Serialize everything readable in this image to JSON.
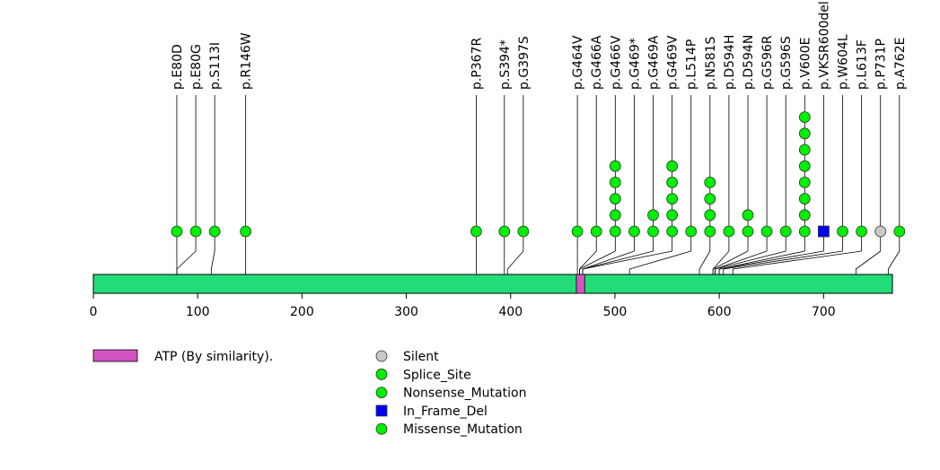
{
  "chart_data": {
    "type": "lollipop",
    "title": "",
    "xlabel": "",
    "ylabel": "",
    "xlim": [
      0,
      766
    ],
    "protein_length": 766,
    "x_ticks": [
      0,
      100,
      200,
      300,
      400,
      500,
      600,
      700
    ],
    "domains": [
      {
        "name": "ATP (By similarity).",
        "start": 463,
        "end": 471,
        "color": "#d354c0"
      }
    ],
    "backbone_color": "#22dd77",
    "mutations": [
      {
        "label": "p.E80D",
        "position": 80,
        "count": 1,
        "type": "Missense_Mutation"
      },
      {
        "label": "p.E80G",
        "position": 80,
        "count": 1,
        "type": "Missense_Mutation"
      },
      {
        "label": "p.S113I",
        "position": 113,
        "count": 1,
        "type": "Missense_Mutation"
      },
      {
        "label": "p.R146W",
        "position": 146,
        "count": 1,
        "type": "Missense_Mutation"
      },
      {
        "label": "p.P367R",
        "position": 367,
        "count": 1,
        "type": "Missense_Mutation"
      },
      {
        "label": "p.S394*",
        "position": 394,
        "count": 1,
        "type": "Nonsense_Mutation"
      },
      {
        "label": "p.G397S",
        "position": 397,
        "count": 1,
        "type": "Missense_Mutation"
      },
      {
        "label": "p.G464V",
        "position": 464,
        "count": 1,
        "type": "Missense_Mutation"
      },
      {
        "label": "p.G466A",
        "position": 466,
        "count": 1,
        "type": "Missense_Mutation"
      },
      {
        "label": "p.G466V",
        "position": 466,
        "count": 5,
        "type": "Missense_Mutation"
      },
      {
        "label": "p.G469*",
        "position": 469,
        "count": 1,
        "type": "Nonsense_Mutation"
      },
      {
        "label": "p.G469A",
        "position": 469,
        "count": 2,
        "type": "Missense_Mutation"
      },
      {
        "label": "p.G469V",
        "position": 469,
        "count": 5,
        "type": "Missense_Mutation"
      },
      {
        "label": "p.L514P",
        "position": 514,
        "count": 1,
        "type": "Missense_Mutation"
      },
      {
        "label": "p.N581S",
        "position": 581,
        "count": 4,
        "type": "Missense_Mutation"
      },
      {
        "label": "p.D594H",
        "position": 594,
        "count": 1,
        "type": "Missense_Mutation"
      },
      {
        "label": "p.D594N",
        "position": 594,
        "count": 2,
        "type": "Missense_Mutation"
      },
      {
        "label": "p.G596R",
        "position": 596,
        "count": 1,
        "type": "Missense_Mutation"
      },
      {
        "label": "p.G596S",
        "position": 596,
        "count": 1,
        "type": "Missense_Mutation"
      },
      {
        "label": "p.V600E",
        "position": 600,
        "count": 8,
        "type": "Missense_Mutation"
      },
      {
        "label": "p.VKSR600del",
        "position": 600,
        "count": 1,
        "type": "In_Frame_Del"
      },
      {
        "label": "p.W604L",
        "position": 604,
        "count": 1,
        "type": "Missense_Mutation"
      },
      {
        "label": "p.L613F",
        "position": 613,
        "count": 1,
        "type": "Missense_Mutation"
      },
      {
        "label": "p.P731P",
        "position": 731,
        "count": 1,
        "type": "Silent"
      },
      {
        "label": "p.A762E",
        "position": 762,
        "count": 1,
        "type": "Missense_Mutation"
      }
    ],
    "legend_mutation_types": [
      {
        "name": "Silent",
        "color": "#c8c8c8",
        "shape": "circle"
      },
      {
        "name": "Splice_Site",
        "color": "#00ee00",
        "shape": "circle"
      },
      {
        "name": "Nonsense_Mutation",
        "color": "#00ee00",
        "shape": "circle"
      },
      {
        "name": "In_Frame_Del",
        "color": "#0000ee",
        "shape": "square"
      },
      {
        "name": "Missense_Mutation",
        "color": "#00ee00",
        "shape": "circle"
      }
    ]
  }
}
